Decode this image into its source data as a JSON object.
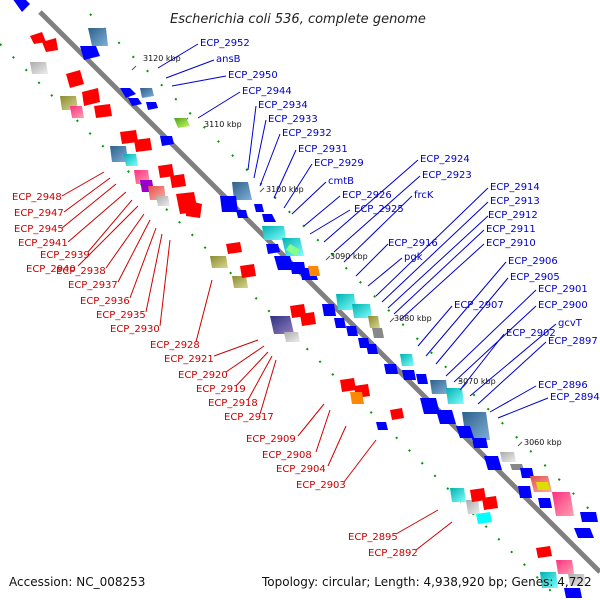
{
  "title": "Escherichia coli 536, complete genome",
  "accession": "Accession: NC_008253",
  "topology": "Topology: circular; Length: 4,938,920 bp; Genes: 4,722",
  "ticks": [
    "3120 kbp",
    "3110 kbp",
    "3100 kbp",
    "3090 kbp",
    "3080 kbp",
    "3070 kbp",
    "3060 kbp"
  ],
  "labels_blue": [
    "ECP_2952",
    "ansB",
    "ECP_2950",
    "ECP_2944",
    "ECP_2934",
    "ECP_2933",
    "ECP_2932",
    "ECP_2931",
    "ECP_2929",
    "cmtB",
    "ECP_2926",
    "ECP_2925",
    "ECP_2924",
    "ECP_2923",
    "frcK",
    "ECP_2916",
    "pgk",
    "ECP_2914",
    "ECP_2913",
    "ECP_2912",
    "ECP_2911",
    "ECP_2910",
    "ECP_2907",
    "ECP_2906",
    "ECP_2905",
    "ECP_2901",
    "ECP_2900",
    "ECP_2902",
    "gcvT",
    "ECP_2897",
    "ECP_2896",
    "ECP_2894"
  ],
  "labels_red": [
    "ECP_2948",
    "ECP_2947",
    "ECP_2945",
    "ECP_2941",
    "ECP_2939",
    "ECP_2940",
    "ECP_2938",
    "ECP_2937",
    "ECP_2936",
    "ECP_2935",
    "ECP_2930",
    "ECP_2928",
    "ECP_2921",
    "ECP_2920",
    "ECP_2919",
    "ECP_2918",
    "ECP_2917",
    "ECP_2909",
    "ECP_2908",
    "ECP_2904",
    "ECP_2903",
    "ECP_2895",
    "ECP_2892"
  ],
  "colors": {
    "backbone": "#808080",
    "label_blue": "#0000cc",
    "label_red": "#cc0000",
    "forward_arrow": "#0000ff",
    "reverse_arrow": "#ff0000",
    "gc_dots": "#009900"
  }
}
